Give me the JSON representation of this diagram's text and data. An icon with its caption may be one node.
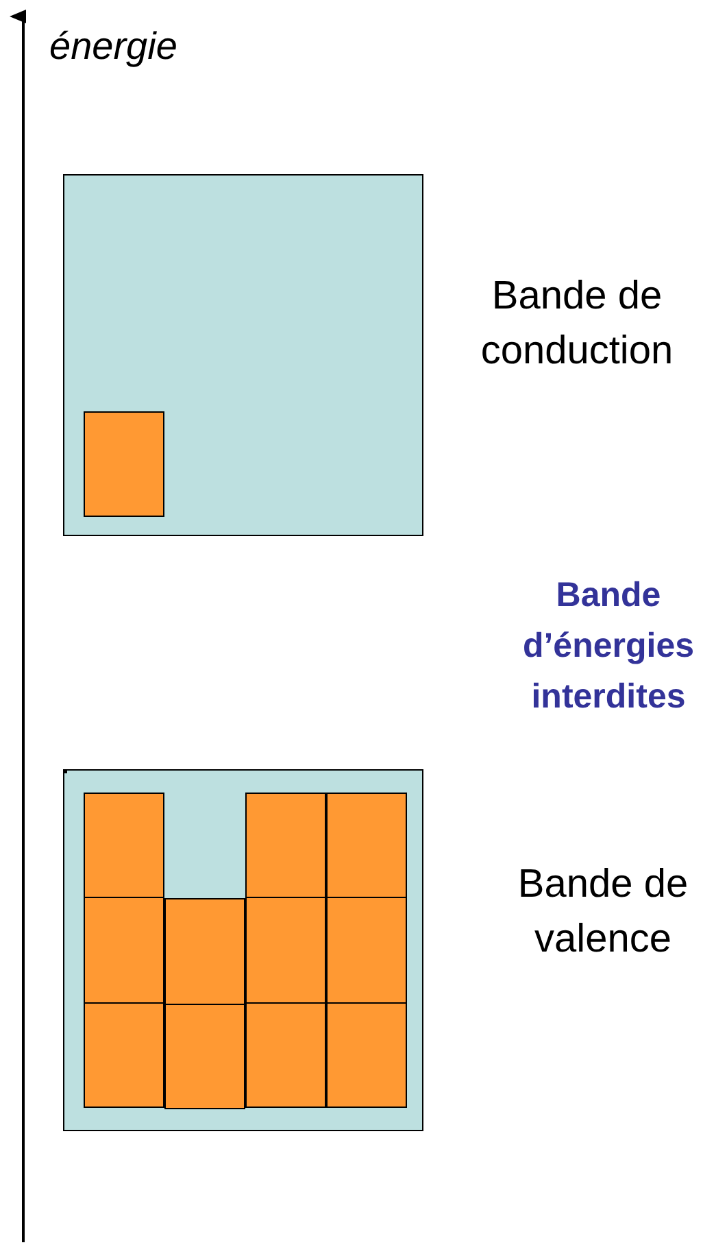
{
  "diagram": {
    "nodes": [
      {
        "text": [],
        "shape": "box",
        "beside": [
          "Bande de conduction"
        ]
      },
      {
        "text": [],
        "shape": "box",
        "in": 0
      },
      {
        "text": [],
        "shape": "box",
        "beside": [
          "Bande de valence"
        ]
      },
      {
        "text": [],
        "shape": "box",
        "in": 2
      },
      {
        "text": [],
        "shape": "box",
        "in": 2
      },
      {
        "text": [],
        "shape": "box",
        "in": 2
      },
      {
        "text": [],
        "shape": "box",
        "in": 2
      },
      {
        "text": [],
        "shape": "box",
        "in": 2
      },
      {
        "text": [],
        "shape": "box",
        "in": 2
      },
      {
        "text": [],
        "shape": "box",
        "in": 2
      },
      {
        "text": [],
        "shape": "box",
        "in": 2
      },
      {
        "text": [],
        "shape": "box",
        "in": 2
      },
      {
        "text": [],
        "shape": "box",
        "in": 2
      },
      {
        "text": [],
        "shape": "box",
        "in": 2
      },
      {
        "text": [],
        "shape": "box",
        "in": 2
      }
    ],
    "edges": [],
    "labels": [
      "énergie",
      "Bande d’énergies interdites"
    ]
  }
}
